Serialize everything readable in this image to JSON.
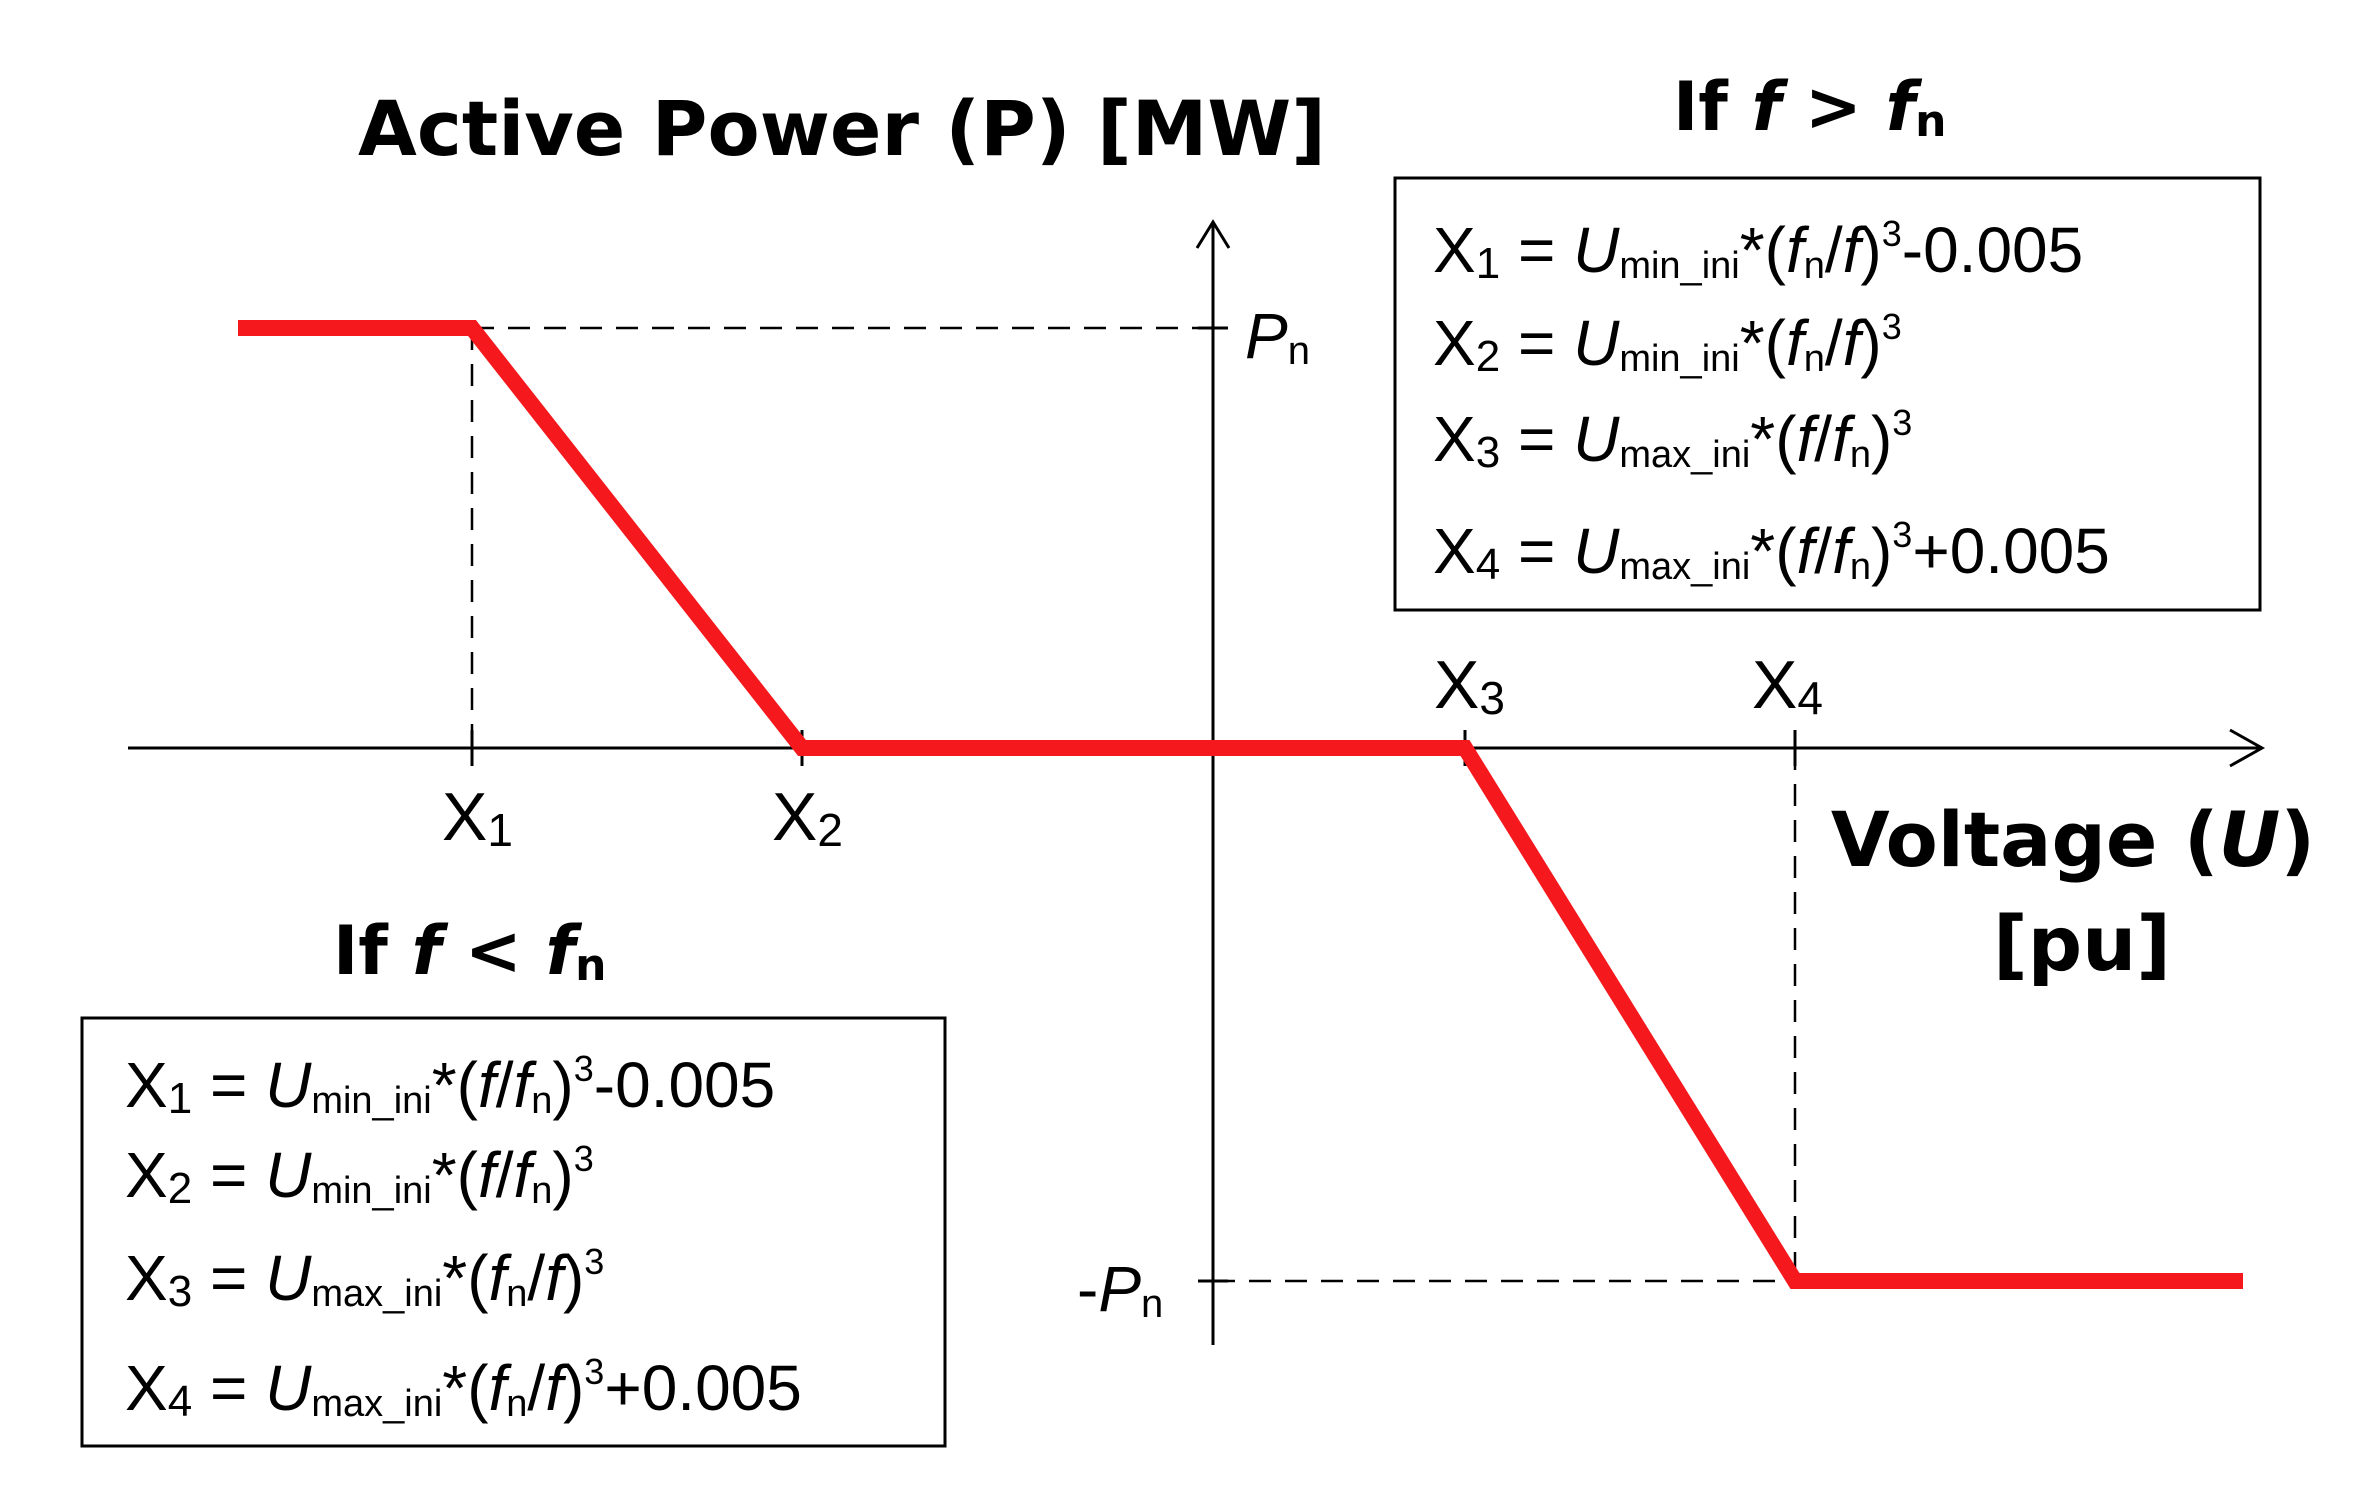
{
  "colors": {
    "curve": "#f5191e",
    "axis": "#000000",
    "guide": "#000000",
    "background": "#ffffff"
  },
  "axes": {
    "y_title": "Active Power (P) [MW]",
    "x_title_line1": "Voltage (U)",
    "x_title_line2": "[pu]",
    "pos_power_label": "Pn",
    "neg_power_label": "-Pn"
  },
  "points": [
    {
      "id": "x1",
      "label": "X1"
    },
    {
      "id": "x2",
      "label": "X2"
    },
    {
      "id": "x3",
      "label": "X3"
    },
    {
      "id": "x4",
      "label": "X4"
    }
  ],
  "condition_high": {
    "heading": "If f > fn",
    "formulas": [
      "X1 = Umin_ini*(fn/f)^3-0.005",
      "X2 = Umin_ini*(fn/f)^3",
      "X3 = Umax_ini*(f/fn)^3",
      "X4 = Umax_ini*(f/fn)^3+0.005"
    ]
  },
  "condition_low": {
    "heading": "If f < fn",
    "formulas": [
      "X1 = Umin_ini*(f/fn)^3-0.005",
      "X2 = Umin_ini*(f/fn)^3",
      "X3 = Umax_ini*(fn/f)^3",
      "X4 = Umax_ini*(fn/f)^3+0.005"
    ]
  }
}
